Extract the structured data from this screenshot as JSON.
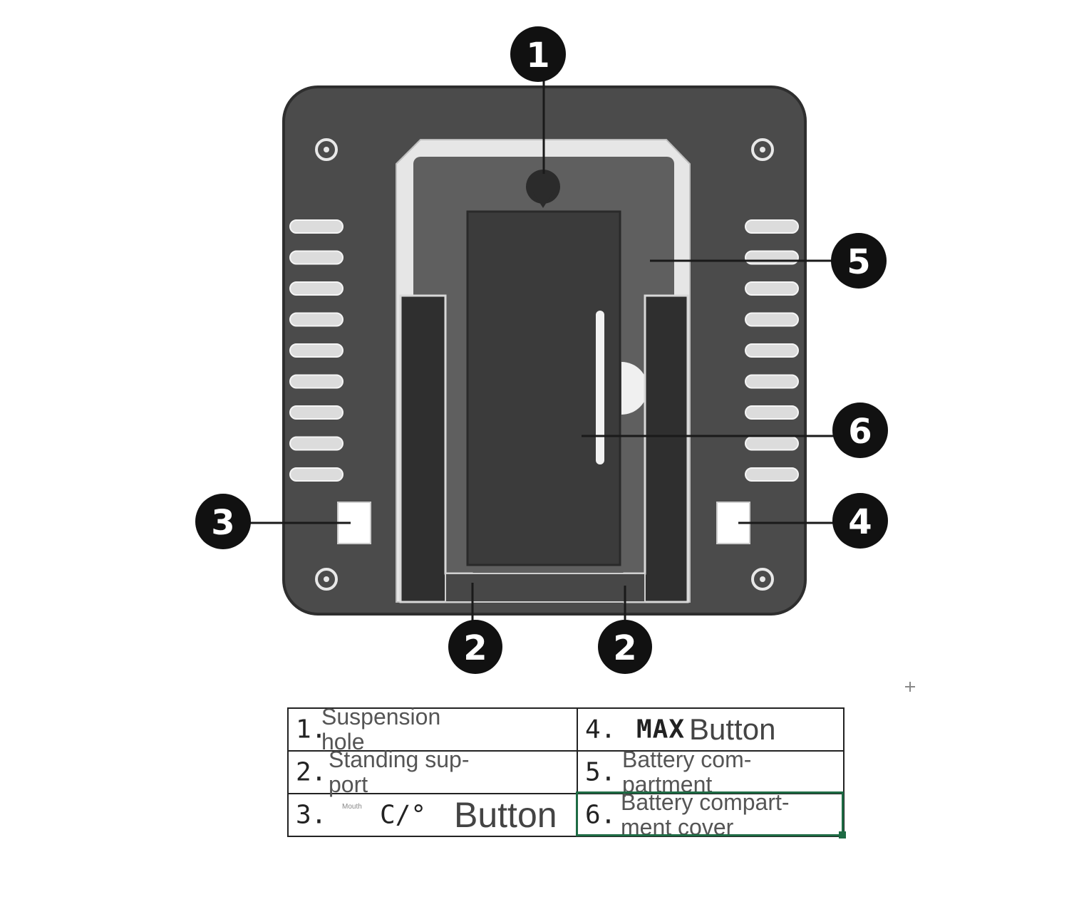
{
  "callouts": [
    {
      "id": "1",
      "label": "1"
    },
    {
      "id": "2a",
      "label": "2"
    },
    {
      "id": "2b",
      "label": "2"
    },
    {
      "id": "3",
      "label": "3"
    },
    {
      "id": "4",
      "label": "4"
    },
    {
      "id": "5",
      "label": "5"
    },
    {
      "id": "6",
      "label": "6"
    }
  ],
  "legend": {
    "row1": {
      "left_num": "1.",
      "left_text": "Suspension hole",
      "right_num": "4.",
      "right_max": "MAX",
      "right_text": "Button"
    },
    "row2": {
      "left_num": "2.",
      "left_text": "Standing sup-port",
      "right_num": "5.",
      "right_text": "Battery com-partment"
    },
    "row3": {
      "left_num": "3.",
      "left_tiny": "Mouth",
      "left_symbol": "C/°",
      "left_text": "Button",
      "right_num": "6.",
      "right_text": "Battery compart-ment cover"
    }
  },
  "colors": {
    "device_body": "#4a4a4a",
    "device_panel": "#5e5e5e",
    "battery_cover": "#3a3a3a",
    "callout_fill": "#111111",
    "selection_green": "#1e6b44"
  }
}
